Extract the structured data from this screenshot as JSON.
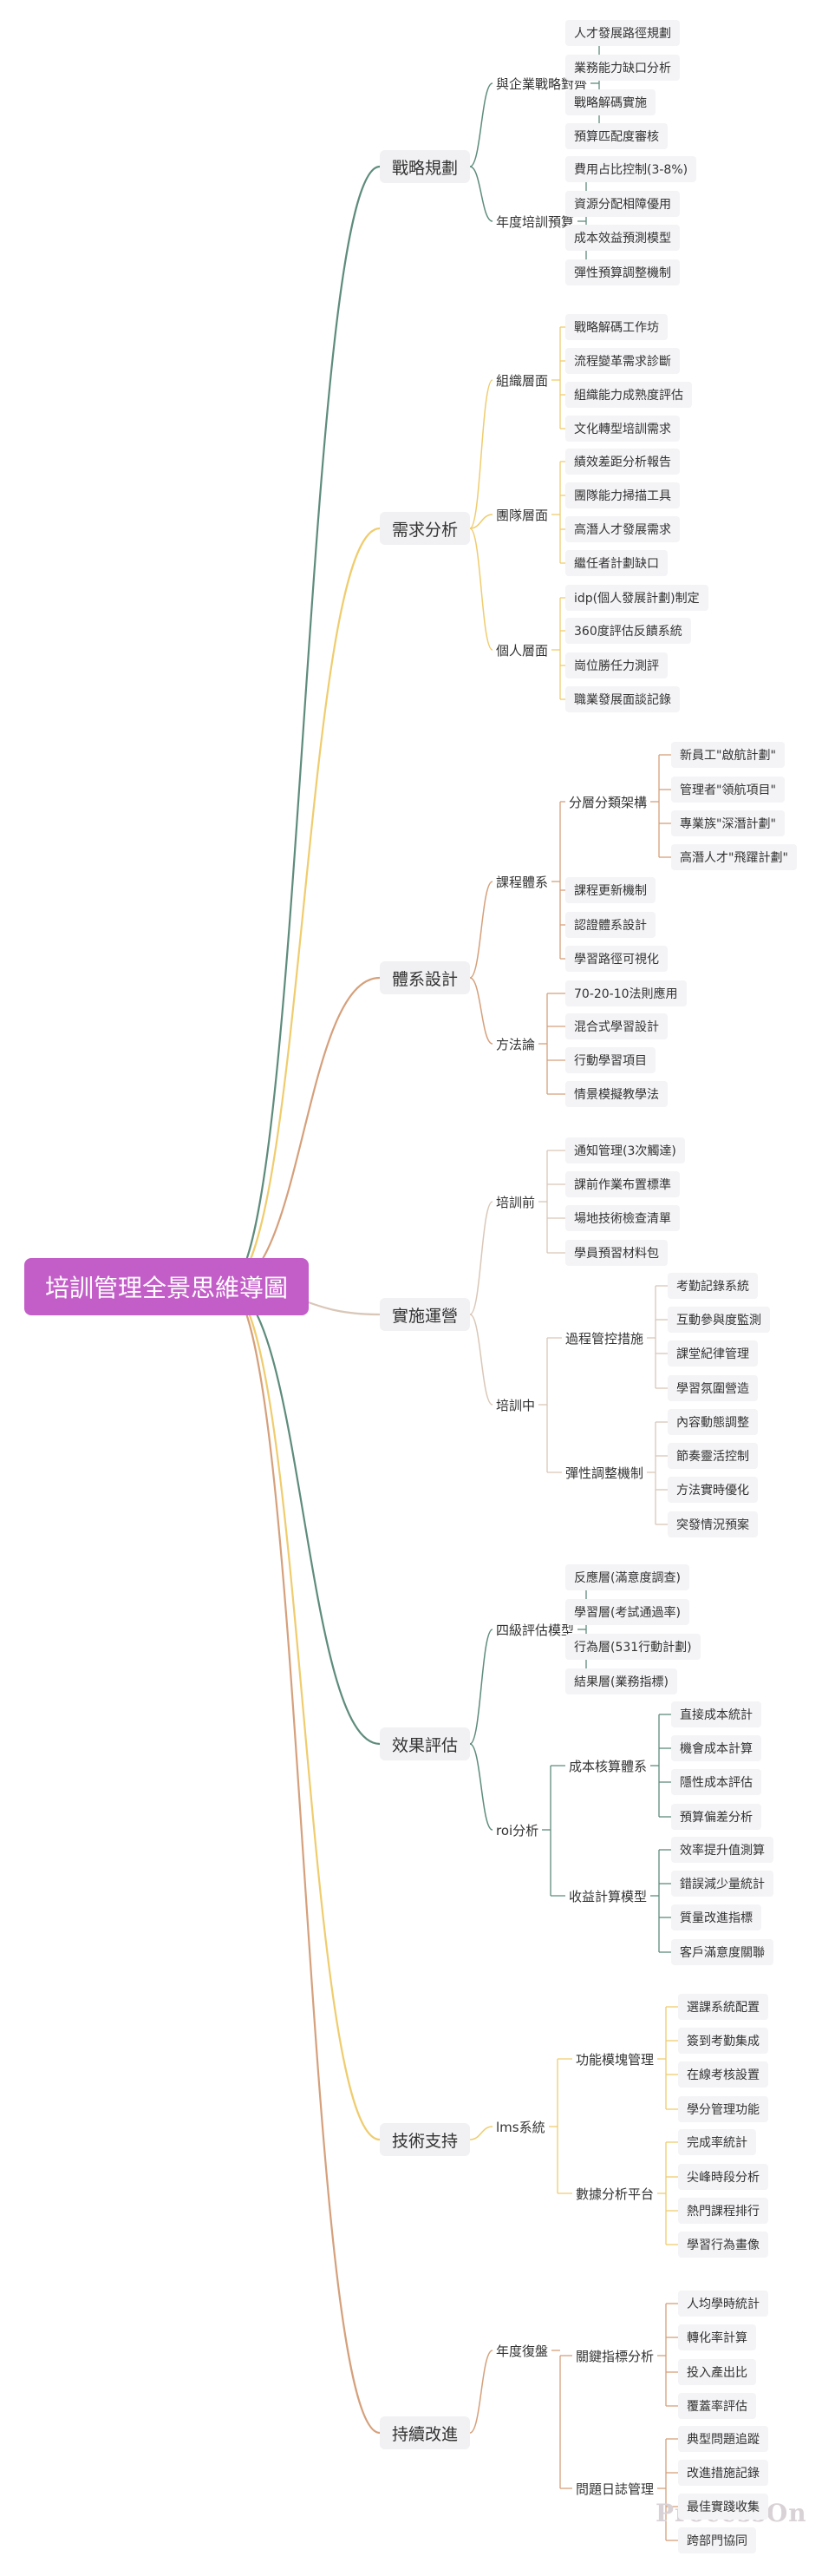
{
  "root": "培訓管理全景思維導圖",
  "watermark": "ProcessOn",
  "branches": [
    {
      "label": "戰略規劃",
      "color": "#5e8c7c",
      "children": [
        {
          "label": "與企業戰略對齊",
          "children": [
            {
              "label": "人才發展路徑規劃"
            },
            {
              "label": "業務能力缺口分析"
            },
            {
              "label": "戰略解碼實施"
            },
            {
              "label": "預算匹配度審核"
            }
          ]
        },
        {
          "label": "年度培訓預算",
          "children": [
            {
              "label": "費用占比控制(3-8%)"
            },
            {
              "label": "資源分配相障優用"
            },
            {
              "label": "成本效益預測模型"
            },
            {
              "label": "彈性預算調整機制"
            }
          ]
        }
      ]
    },
    {
      "label": "需求分析",
      "color": "#efcc6e",
      "children": [
        {
          "label": "組織層面",
          "children": [
            {
              "label": "戰略解碼工作坊"
            },
            {
              "label": "流程變革需求診斷"
            },
            {
              "label": "組織能力成熟度評估"
            },
            {
              "label": "文化轉型培訓需求"
            }
          ]
        },
        {
          "label": "團隊層面",
          "children": [
            {
              "label": "績效差距分析報告"
            },
            {
              "label": "團隊能力掃描工具"
            },
            {
              "label": "高潛人才發展需求"
            },
            {
              "label": "繼任者計劃缺口"
            }
          ]
        },
        {
          "label": "個人層面",
          "children": [
            {
              "label": "idp(個人發展計劃)制定"
            },
            {
              "label": "360度評估反饋系統"
            },
            {
              "label": "崗位勝任力測評"
            },
            {
              "label": "職業發展面談記錄"
            }
          ]
        }
      ]
    },
    {
      "label": "體系設計",
      "color": "#d5a07c",
      "children": [
        {
          "label": "課程體系",
          "children": [
            {
              "label": "分層分類架構",
              "children": [
                {
                  "label": "新員工\"啟航計劃\""
                },
                {
                  "label": "管理者\"領航項目\""
                },
                {
                  "label": "專業族\"深潛計劃\""
                },
                {
                  "label": "高潛人才\"飛躍計劃\""
                }
              ]
            },
            {
              "label": "課程更新機制"
            },
            {
              "label": "認證體系設計"
            },
            {
              "label": "學習路徑可視化"
            }
          ]
        },
        {
          "label": "方法論",
          "children": [
            {
              "label": "70-20-10法則應用"
            },
            {
              "label": "混合式學習設計"
            },
            {
              "label": "行動學習項目"
            },
            {
              "label": "情景模擬教學法"
            }
          ]
        }
      ]
    },
    {
      "label": "實施運營",
      "color": "#ede2d9",
      "children": [
        {
          "label": "培訓前",
          "children": [
            {
              "label": "通知管理(3次觸達)"
            },
            {
              "label": "課前作業布置標準"
            },
            {
              "label": "場地技術檢查清單"
            },
            {
              "label": "學員預習材料包"
            }
          ]
        },
        {
          "label": "培訓中",
          "children": [
            {
              "label": "過程管控措施",
              "children": [
                {
                  "label": "考勤記錄系統"
                },
                {
                  "label": "互動參與度監測"
                },
                {
                  "label": "課堂紀律管理"
                },
                {
                  "label": "學習氛圍營造"
                }
              ]
            },
            {
              "label": "彈性調整機制",
              "children": [
                {
                  "label": "內容動態調整"
                },
                {
                  "label": "節奏靈活控制"
                },
                {
                  "label": "方法實時優化"
                },
                {
                  "label": "突發情況預案"
                }
              ]
            }
          ]
        }
      ]
    },
    {
      "label": "效果評估",
      "color": "#5e8c7c",
      "children": [
        {
          "label": "四級評估模型",
          "children": [
            {
              "label": "反應層(滿意度調查)"
            },
            {
              "label": "學習層(考試通過率)"
            },
            {
              "label": "行為層(531行動計劃)"
            },
            {
              "label": "結果層(業務指標)"
            }
          ]
        },
        {
          "label": "roi分析",
          "children": [
            {
              "label": "成本核算體系",
              "children": [
                {
                  "label": "直接成本統計"
                },
                {
                  "label": "機會成本計算"
                },
                {
                  "label": "隱性成本評估"
                },
                {
                  "label": "預算偏差分析"
                }
              ]
            },
            {
              "label": "收益計算模型",
              "children": [
                {
                  "label": "效率提升值測算"
                },
                {
                  "label": "錯誤減少量統計"
                },
                {
                  "label": "質量改進指標"
                },
                {
                  "label": "客戶滿意度關聯"
                }
              ]
            }
          ]
        }
      ]
    },
    {
      "label": "技術支持",
      "color": "#efcc6e",
      "children": [
        {
          "label": "lms系統",
          "children": [
            {
              "label": "功能模塊管理",
              "children": [
                {
                  "label": "選課系統配置"
                },
                {
                  "label": "簽到考勤集成"
                },
                {
                  "label": "在線考核設置"
                },
                {
                  "label": "學分管理功能"
                }
              ]
            },
            {
              "label": "數據分析平台",
              "children": [
                {
                  "label": "完成率統計"
                },
                {
                  "label": "尖峰時段分析"
                },
                {
                  "label": "熱門課程排行"
                },
                {
                  "label": "學習行為畫像"
                }
              ]
            }
          ]
        }
      ]
    },
    {
      "label": "持續改進",
      "color": "#d5a07c",
      "children": [
        {
          "label": "年度復盤",
          "children": [
            {
              "label": "關鍵指標分析",
              "children": [
                {
                  "label": "人均學時統計"
                },
                {
                  "label": "轉化率計算"
                },
                {
                  "label": "投入產出比"
                },
                {
                  "label": "覆蓋率評估"
                }
              ]
            },
            {
              "label": "問題日誌管理",
              "children": [
                {
                  "label": "典型問題追蹤"
                },
                {
                  "label": "改進措施記錄"
                },
                {
                  "label": "最佳實踐收集"
                },
                {
                  "label": "跨部門協同"
                }
              ]
            }
          ]
        }
      ]
    }
  ]
}
